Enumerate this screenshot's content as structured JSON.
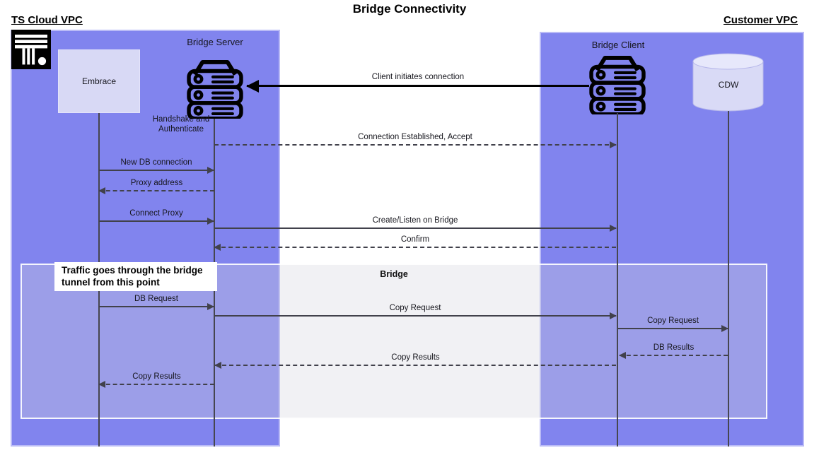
{
  "title": "Bridge Connectivity",
  "regions": {
    "left": {
      "label": "TS Cloud VPC"
    },
    "right": {
      "label": "Customer VPC"
    }
  },
  "participants": {
    "embrace": {
      "label": "Embrace"
    },
    "bridge_server": {
      "label": "Bridge Server",
      "note": "Handshake and Authenticate",
      "icon": "server-stack-icon"
    },
    "bridge_client": {
      "label": "Bridge Client",
      "icon": "server-stack-icon"
    },
    "cdw": {
      "label": "CDW",
      "icon": "database-cylinder-icon"
    }
  },
  "logo": {
    "icon": "thoughtspot-logo"
  },
  "bridge": {
    "label": "Bridge",
    "note": "Traffic goes through the bridge tunnel from this point"
  },
  "messages": [
    {
      "label": "Client initiates connection",
      "from": "bridge_client",
      "to": "bridge_server",
      "line": "bold-solid",
      "direction": "left"
    },
    {
      "label": "Connection Established, Accept",
      "from": "bridge_server",
      "to": "bridge_client",
      "line": "dashed",
      "direction": "right"
    },
    {
      "label": "New DB connection",
      "from": "embrace",
      "to": "bridge_server",
      "line": "solid",
      "direction": "right"
    },
    {
      "label": "Proxy address",
      "from": "bridge_server",
      "to": "embrace",
      "line": "dashed",
      "direction": "left"
    },
    {
      "label": "Connect Proxy",
      "from": "embrace",
      "to": "bridge_server",
      "line": "solid",
      "direction": "right"
    },
    {
      "label": "Create/Listen on Bridge",
      "from": "bridge_server",
      "to": "bridge_client",
      "line": "solid",
      "direction": "right"
    },
    {
      "label": "Confirm",
      "from": "bridge_client",
      "to": "bridge_server",
      "line": "dashed",
      "direction": "left"
    },
    {
      "label": "DB Request",
      "from": "embrace",
      "to": "bridge_server",
      "line": "solid",
      "direction": "right"
    },
    {
      "label": "Copy Request",
      "from": "bridge_server",
      "to": "bridge_client",
      "line": "solid",
      "direction": "right"
    },
    {
      "label": "Copy Request",
      "from": "bridge_client",
      "to": "cdw",
      "line": "solid",
      "direction": "right"
    },
    {
      "label": "DB Results",
      "from": "cdw",
      "to": "bridge_client",
      "line": "dashed",
      "direction": "left"
    },
    {
      "label": "Copy Results",
      "from": "bridge_client",
      "to": "bridge_server",
      "line": "dashed",
      "direction": "left"
    },
    {
      "label": "Copy Results",
      "from": "bridge_server",
      "to": "embrace",
      "line": "dashed",
      "direction": "left"
    }
  ],
  "colors": {
    "vpc_fill": "#8184ee",
    "participant_fill": "#d8d9f5",
    "bridge_overlay": "rgba(213,213,221,0.33)",
    "line": "#41414b",
    "bold_line": "#000000",
    "text": "#15151c",
    "note_bg": "#ffffff"
  }
}
